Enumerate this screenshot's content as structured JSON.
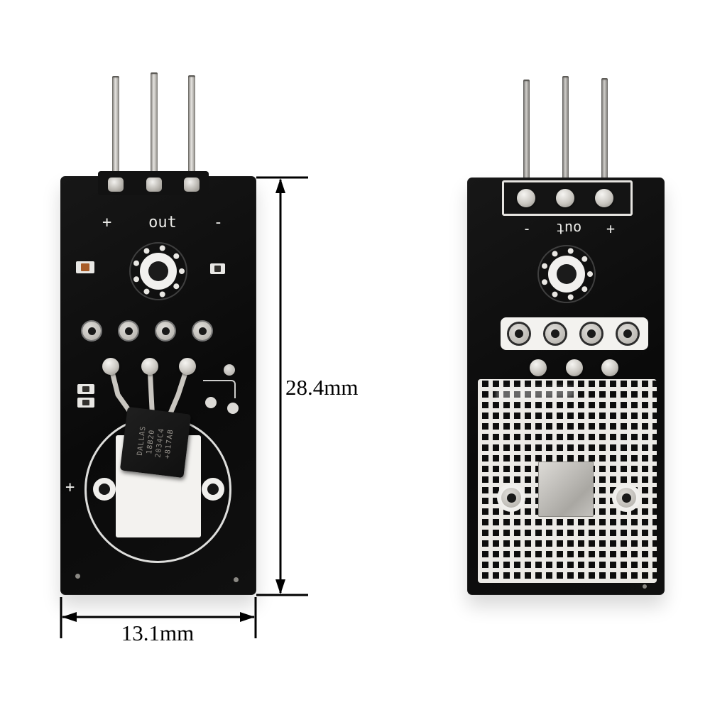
{
  "front": {
    "polarity": {
      "left": "+",
      "mid": "out",
      "right": "-"
    },
    "plus_mark": "+",
    "chip": {
      "line1": "DALLAS",
      "line2": "18B20",
      "line3": "2034C4",
      "line4": "+817AB"
    }
  },
  "back": {
    "polarity": {
      "left": "-",
      "mid": "out",
      "right": "+"
    }
  },
  "dimensions": {
    "height": "28.4mm",
    "width": "13.1mm"
  },
  "colors": {
    "pcb": "#0d0d0d",
    "silkscreen": "#ebebe8",
    "pin_silver": "#c9c6c0",
    "grid_white": "#eceae6",
    "annotation": "#000000",
    "background": "#ffffff"
  }
}
